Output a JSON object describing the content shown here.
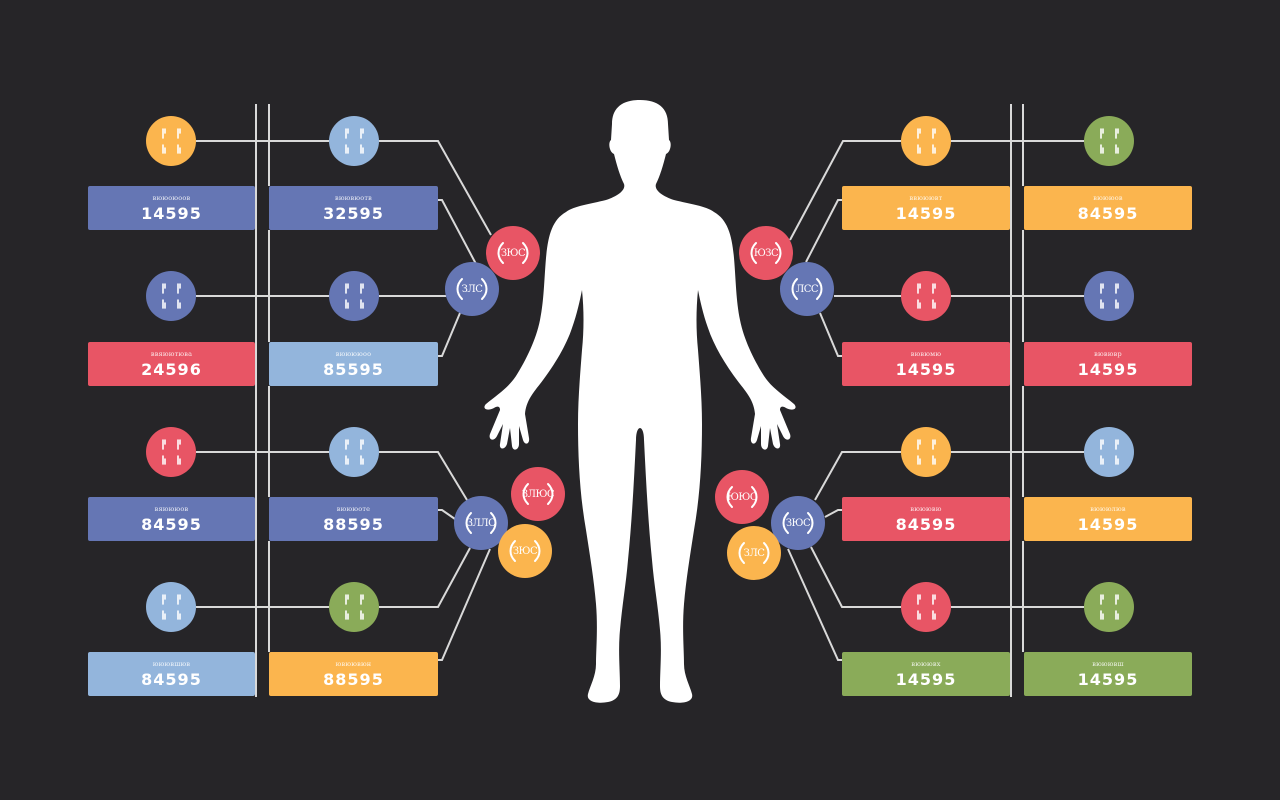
{
  "colors": {
    "background": "#262528",
    "line": "#d9d9d9",
    "blue": "#6576b4",
    "light_blue": "#93b5dc",
    "red": "#e85565",
    "orange": "#fbb54e",
    "green": "#8aab59",
    "figure": "#ffffff"
  },
  "figure": {
    "label": "human-body-silhouette"
  },
  "left_panel": {
    "columns": [
      {
        "rows": [
          {
            "node_color": "orange",
            "card_color": "blue",
            "card_caption": "вююоюоов",
            "card_value": "14595"
          },
          {
            "node_color": "blue",
            "card_color": "red",
            "card_caption": "ввяюютюва",
            "card_value": "24596"
          },
          {
            "node_color": "red",
            "card_color": "blue",
            "card_caption": "вяюююов",
            "card_value": "84595"
          },
          {
            "node_color": "light_blue",
            "card_color": "light_blue",
            "card_caption": "ююювшюв",
            "card_value": "84595"
          }
        ]
      },
      {
        "rows": [
          {
            "node_color": "light_blue",
            "card_color": "blue",
            "card_caption": "вюювюотв",
            "card_value": "32595"
          },
          {
            "node_color": "blue",
            "card_color": "light_blue",
            "card_caption": "вююююоо",
            "card_value": "85595"
          },
          {
            "node_color": "light_blue",
            "card_color": "blue",
            "card_caption": "вюююоте",
            "card_value": "88595"
          },
          {
            "node_color": "green",
            "card_color": "orange",
            "card_caption": "ювюювюн",
            "card_value": "88595"
          }
        ]
      }
    ],
    "hubs_top": [
      {
        "color": "red",
        "label": "ЗЮС"
      },
      {
        "color": "blue",
        "label": "ЗЛС"
      }
    ],
    "hubs_bottom": [
      {
        "color": "red",
        "label": "ЗЛЮС"
      },
      {
        "color": "blue",
        "label": "ЗЛЛС"
      },
      {
        "color": "orange",
        "label": "ЗЮС"
      }
    ]
  },
  "right_panel": {
    "columns": [
      {
        "rows": [
          {
            "node_color": "orange",
            "card_color": "orange",
            "card_caption": "ввююювт",
            "card_value": "14595"
          },
          {
            "node_color": "red",
            "card_color": "red",
            "card_caption": "вювюмю",
            "card_value": "14595"
          },
          {
            "node_color": "orange",
            "card_color": "red",
            "card_caption": "вююювю",
            "card_value": "84595"
          },
          {
            "node_color": "red",
            "card_color": "green",
            "card_caption": "вююювх",
            "card_value": "14595"
          }
        ]
      },
      {
        "rows": [
          {
            "node_color": "green",
            "card_color": "orange",
            "card_caption": "вюююов",
            "card_value": "84595"
          },
          {
            "node_color": "blue",
            "card_color": "red",
            "card_caption": "вювювр",
            "card_value": "14595"
          },
          {
            "node_color": "light_blue",
            "card_color": "orange",
            "card_caption": "вюююлюв",
            "card_value": "14595"
          },
          {
            "node_color": "green",
            "card_color": "green",
            "card_caption": "вююювш",
            "card_value": "14595"
          }
        ]
      }
    ],
    "hubs_top": [
      {
        "color": "red",
        "label": "ЮЗС"
      },
      {
        "color": "blue",
        "label": "ЛСС"
      }
    ],
    "hubs_bottom": [
      {
        "color": "red",
        "label": "ЮЮС"
      },
      {
        "color": "blue",
        "label": "ЗЮС"
      },
      {
        "color": "orange",
        "label": "ЗЛС"
      }
    ]
  }
}
